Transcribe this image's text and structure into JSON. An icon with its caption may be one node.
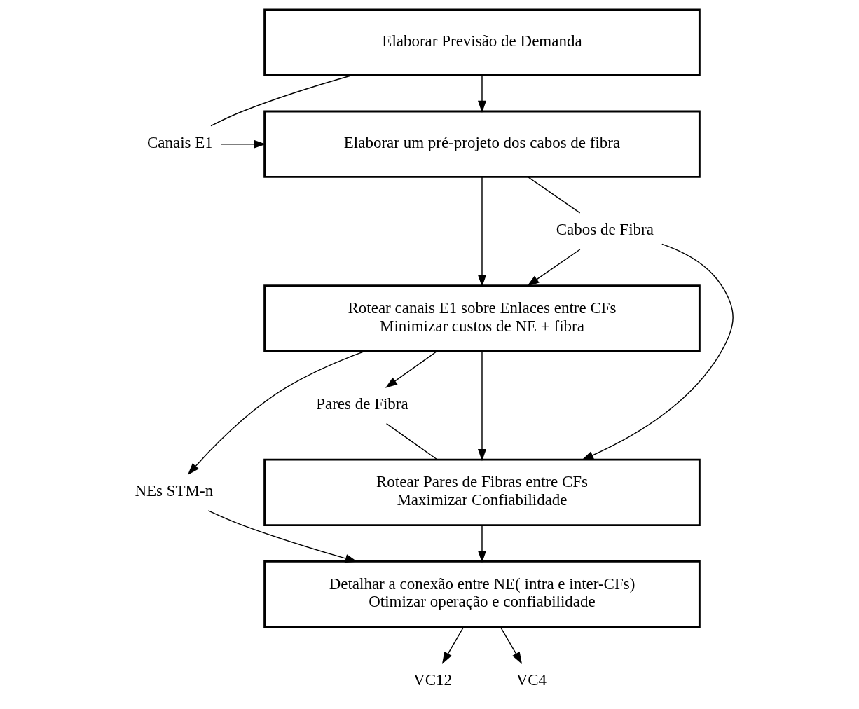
{
  "diagram": {
    "nodes": [
      {
        "text": [
          "Elaborar Previsão de Demanda"
        ]
      },
      {
        "text": [
          "Elaborar um pré-projeto dos cabos de fibra"
        ]
      },
      {
        "text": [
          "Rotear canais E1 sobre Enlaces entre CFs",
          "Minimizar custos de NE + fibra"
        ]
      },
      {
        "text": [
          "Rotear Pares de Fibras entre CFs",
          "Maximizar Confiabilidade"
        ]
      },
      {
        "text": [
          "Detalhar a conexão entre NE( intra e inter-CFs)",
          "Otimizar operação e confiabilidade"
        ]
      },
      {
        "text": [
          "Canais E1"
        ]
      },
      {
        "text": [
          "Cabos de Fibra"
        ]
      },
      {
        "text": [
          "NEs STM-n"
        ]
      },
      {
        "text": [
          "Pares de Fibra"
        ]
      },
      {
        "text": [
          "VC12"
        ]
      },
      {
        "text": [
          "VC4"
        ]
      }
    ],
    "edges": [
      {
        "from": 0,
        "to": 1,
        "arrow": "to"
      },
      {
        "from": 1,
        "to": 2,
        "arrow": "to"
      },
      {
        "from": 2,
        "to": 3,
        "arrow": "to"
      },
      {
        "from": 3,
        "to": 4,
        "arrow": "to"
      },
      {
        "from": 0,
        "to": 5,
        "arrow": "none"
      },
      {
        "from": 5,
        "to": 1,
        "arrow": "to"
      },
      {
        "from": 1,
        "to": 6,
        "arrow": "none"
      },
      {
        "from": 6,
        "to": 2,
        "arrow": "to"
      },
      {
        "from": 2,
        "to": 7,
        "arrow": "to"
      },
      {
        "from": 2,
        "to": 8,
        "arrow": "to"
      },
      {
        "from": 8,
        "to": 3,
        "arrow": "none"
      },
      {
        "from": 6,
        "to": 3,
        "arrow": "to"
      },
      {
        "from": 7,
        "to": 4,
        "arrow": "to"
      },
      {
        "from": 4,
        "to": 9,
        "arrow": "to"
      },
      {
        "from": 4,
        "to": 10,
        "arrow": "to"
      }
    ]
  }
}
